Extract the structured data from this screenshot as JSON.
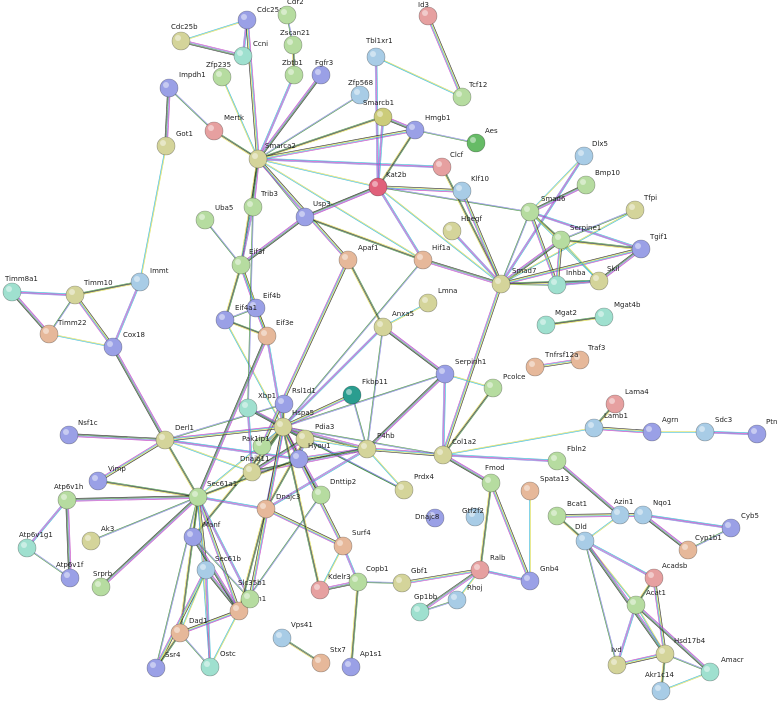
{
  "nodes": [
    {
      "id": "Cdc25a",
      "color": "#9aa0e6"
    },
    {
      "id": "Cdr2",
      "color": "#b6dca0"
    },
    {
      "id": "Cdc25b",
      "color": "#d4d49a"
    },
    {
      "id": "Zscan21",
      "color": "#b6dca0"
    },
    {
      "id": "Ccni",
      "color": "#9fe0cf"
    },
    {
      "id": "Zfp235",
      "color": "#b6dca0"
    },
    {
      "id": "Zbtb1",
      "color": "#b6dca0"
    },
    {
      "id": "Fgfr3",
      "color": "#9aa0e6"
    },
    {
      "id": "Id3",
      "color": "#e6a0a0"
    },
    {
      "id": "Tbl1xr1",
      "color": "#a8cce6"
    },
    {
      "id": "Tcf12",
      "color": "#b6dca0"
    },
    {
      "id": "Impdh1",
      "color": "#9aa0e6"
    },
    {
      "id": "Zfp568",
      "color": "#a8cce6"
    },
    {
      "id": "Smarcb1",
      "color": "#cccc7a"
    },
    {
      "id": "Mertk",
      "color": "#e6a0a0"
    },
    {
      "id": "Got1",
      "color": "#d4d49a"
    },
    {
      "id": "Hmgb1",
      "color": "#9aa0e6"
    },
    {
      "id": "Aes",
      "color": "#66bb66"
    },
    {
      "id": "Smarca2",
      "color": "#d4d49a"
    },
    {
      "id": "Clcf",
      "color": "#e6a0a0"
    },
    {
      "id": "Dlx5",
      "color": "#a8cce6"
    },
    {
      "id": "Kat2b",
      "color": "#e0607a"
    },
    {
      "id": "Klf10",
      "color": "#a8cce6"
    },
    {
      "id": "Bmp10",
      "color": "#b6dca0"
    },
    {
      "id": "Trib3",
      "color": "#b6dca0"
    },
    {
      "id": "Smad6",
      "color": "#b6dca0"
    },
    {
      "id": "Tfpi",
      "color": "#d4d49a"
    },
    {
      "id": "Uba5",
      "color": "#b6dca0"
    },
    {
      "id": "Usp3",
      "color": "#9aa0e6"
    },
    {
      "id": "Hbegf",
      "color": "#d4d49a"
    },
    {
      "id": "Serpine1",
      "color": "#b6dca0"
    },
    {
      "id": "Tgif1",
      "color": "#9aa0e6"
    },
    {
      "id": "Eif3f",
      "color": "#b6dca0"
    },
    {
      "id": "Apaf1",
      "color": "#e6b89a"
    },
    {
      "id": "Hif1a",
      "color": "#e6b89a"
    },
    {
      "id": "Smad7",
      "color": "#d4d49a"
    },
    {
      "id": "Inhba",
      "color": "#9fe0cf"
    },
    {
      "id": "Skil",
      "color": "#d4d49a"
    },
    {
      "id": "Timm8a1",
      "color": "#9fe0cf"
    },
    {
      "id": "Timm10",
      "color": "#d4d49a"
    },
    {
      "id": "Immt",
      "color": "#a8cce6"
    },
    {
      "id": "Eif4b",
      "color": "#9aa0e6"
    },
    {
      "id": "Eif4a1",
      "color": "#9aa0e6"
    },
    {
      "id": "Lmna",
      "color": "#d4d49a"
    },
    {
      "id": "Mgat4b",
      "color": "#9fe0cf"
    },
    {
      "id": "Mgat2",
      "color": "#9fe0cf"
    },
    {
      "id": "Timm22",
      "color": "#e6b89a"
    },
    {
      "id": "Anxa5",
      "color": "#d4d49a"
    },
    {
      "id": "Eif3e",
      "color": "#e6b89a"
    },
    {
      "id": "Cox18",
      "color": "#9aa0e6"
    },
    {
      "id": "Traf3",
      "color": "#e6b89a"
    },
    {
      "id": "Tnfrsf12a",
      "color": "#e6b89a"
    },
    {
      "id": "Serpinh1",
      "color": "#9aa0e6"
    },
    {
      "id": "Pcolce",
      "color": "#b6dca0"
    },
    {
      "id": "Lama4",
      "color": "#e6a0a0"
    },
    {
      "id": "Rsl1d1",
      "color": "#9aa0e6"
    },
    {
      "id": "Fkbp11",
      "color": "#2a9d8f"
    },
    {
      "id": "Xbp1",
      "color": "#9fe0cf"
    },
    {
      "id": "Lamb1",
      "color": "#a8cce6"
    },
    {
      "id": "Agrn",
      "color": "#9aa0e6"
    },
    {
      "id": "Sdc3",
      "color": "#a8cce6"
    },
    {
      "id": "Ptn",
      "color": "#9aa0e6"
    },
    {
      "id": "Nsf1c",
      "color": "#9aa0e6"
    },
    {
      "id": "Derl1",
      "color": "#d4d49a"
    },
    {
      "id": "Hspa5",
      "color": "#d4d49a"
    },
    {
      "id": "Pdia3",
      "color": "#d4d49a"
    },
    {
      "id": "Pak1ip1",
      "color": "#b6dca0"
    },
    {
      "id": "P4hb",
      "color": "#d4d49a"
    },
    {
      "id": "Col1a2",
      "color": "#d4d49a"
    },
    {
      "id": "Hyou1",
      "color": "#9aa0e6"
    },
    {
      "id": "Fbln2",
      "color": "#b6dca0"
    },
    {
      "id": "Vimp",
      "color": "#9aa0e6"
    },
    {
      "id": "Dnajb11",
      "color": "#d4d49a"
    },
    {
      "id": "Prdx4",
      "color": "#d4d49a"
    },
    {
      "id": "Fmod",
      "color": "#b6dca0"
    },
    {
      "id": "Spata13",
      "color": "#e6b89a"
    },
    {
      "id": "Sec61a1",
      "color": "#b6dca0"
    },
    {
      "id": "Dnajc3",
      "color": "#e6b89a"
    },
    {
      "id": "Dnttip2",
      "color": "#b6dca0"
    },
    {
      "id": "Atp6v1h",
      "color": "#b6dca0"
    },
    {
      "id": "Azin1",
      "color": "#a8cce6"
    },
    {
      "id": "Nqo1",
      "color": "#a8cce6"
    },
    {
      "id": "Bcat1",
      "color": "#b6dca0"
    },
    {
      "id": "Cyb5",
      "color": "#9aa0e6"
    },
    {
      "id": "Dnajc8",
      "color": "#9aa0e6"
    },
    {
      "id": "Gtf2f2",
      "color": "#a8cce6"
    },
    {
      "id": "Ak3",
      "color": "#d4d49a"
    },
    {
      "id": "Manf",
      "color": "#9aa0e6"
    },
    {
      "id": "Atp6v1g1",
      "color": "#9fe0cf"
    },
    {
      "id": "Dld",
      "color": "#a8cce6"
    },
    {
      "id": "Cyp1b1",
      "color": "#e6b89a"
    },
    {
      "id": "Atp6v1f",
      "color": "#9aa0e6"
    },
    {
      "id": "Surf4",
      "color": "#e6b89a"
    },
    {
      "id": "Sec61b",
      "color": "#a8cce6"
    },
    {
      "id": "Acadsb",
      "color": "#e6a0a0"
    },
    {
      "id": "Srprb",
      "color": "#b6dca0"
    },
    {
      "id": "Ralb",
      "color": "#e6a0a0"
    },
    {
      "id": "Gnb4",
      "color": "#9aa0e6"
    },
    {
      "id": "Copb1",
      "color": "#b6dca0"
    },
    {
      "id": "Kdelr3",
      "color": "#e6a0a0"
    },
    {
      "id": "Gbf1",
      "color": "#d4d49a"
    },
    {
      "id": "Rpn1",
      "color": "#e6b89a"
    },
    {
      "id": "Rhoj",
      "color": "#a8cce6"
    },
    {
      "id": "Acat1",
      "color": "#b6dca0"
    },
    {
      "id": "Slc35b1",
      "color": "#b6dca0"
    },
    {
      "id": "Gp1bb",
      "color": "#9fe0cf"
    },
    {
      "id": "Dad1",
      "color": "#e6b89a"
    },
    {
      "id": "Vps41",
      "color": "#a8cce6"
    },
    {
      "id": "Hsd17b4",
      "color": "#d4d49a"
    },
    {
      "id": "Ap1s1",
      "color": "#9aa0e6"
    },
    {
      "id": "Ssr4",
      "color": "#9aa0e6"
    },
    {
      "id": "Ostc",
      "color": "#9fe0cf"
    },
    {
      "id": "Stx7",
      "color": "#e6b89a"
    },
    {
      "id": "Ivd",
      "color": "#d4d49a"
    },
    {
      "id": "Amacr",
      "color": "#9fe0cf"
    },
    {
      "id": "Akr1c14",
      "color": "#a8cce6"
    }
  ],
  "edges": [
    [
      "Cdc25a",
      "Cdc25b"
    ],
    [
      "Cdc25a",
      "Ccni"
    ],
    [
      "Cdc25b",
      "Ccni"
    ],
    [
      "Cdr2",
      "Zscan21"
    ],
    [
      "Zscan21",
      "Zbtb1"
    ],
    [
      "Id3",
      "Tcf12"
    ],
    [
      "Tbl1xr1",
      "Tcf12"
    ],
    [
      "Tbl1xr1",
      "Kat2b"
    ],
    [
      "Impdh1",
      "Got1"
    ],
    [
      "Impdh1",
      "Mertk"
    ],
    [
      "Mertk",
      "Smarca2"
    ],
    [
      "Smarca2",
      "Cdc25a"
    ],
    [
      "Smarca2",
      "Zfp235"
    ],
    [
      "Smarca2",
      "Zbtb1"
    ],
    [
      "Smarca2",
      "Fgfr3"
    ],
    [
      "Smarca2",
      "Zfp568"
    ],
    [
      "Smarca2",
      "Smarcb1"
    ],
    [
      "Smarca2",
      "Hmgb1"
    ],
    [
      "Smarca2",
      "Kat2b"
    ],
    [
      "Smarca2",
      "Clcf"
    ],
    [
      "Smarca2",
      "Trib3"
    ],
    [
      "Smarca2",
      "Usp3"
    ],
    [
      "Smarca2",
      "Eif3f"
    ],
    [
      "Smarca2",
      "Apaf1"
    ],
    [
      "Smarca2",
      "Hif1a"
    ],
    [
      "Smarcb1",
      "Kat2b"
    ],
    [
      "Smarcb1",
      "Hmgb1"
    ],
    [
      "Hmgb1",
      "Aes"
    ],
    [
      "Hmgb1",
      "Kat2b"
    ],
    [
      "Kat2b",
      "Klf10"
    ],
    [
      "Kat2b",
      "Smad7"
    ],
    [
      "Kat2b",
      "Hif1a"
    ],
    [
      "Kat2b",
      "Usp3"
    ],
    [
      "Kat2b",
      "Smad6"
    ],
    [
      "Clcf",
      "Smad7"
    ],
    [
      "Klf10",
      "Smad7"
    ],
    [
      "Dlx5",
      "Smad6"
    ],
    [
      "Dlx5",
      "Smad7"
    ],
    [
      "Bmp10",
      "Smad6"
    ],
    [
      "Smad6",
      "Smad7"
    ],
    [
      "Smad6",
      "Serpine1"
    ],
    [
      "Smad6",
      "Inhba"
    ],
    [
      "Smad6",
      "Skil"
    ],
    [
      "Smad6",
      "Tgif1"
    ],
    [
      "Smad7",
      "Serpine1"
    ],
    [
      "Smad7",
      "Inhba"
    ],
    [
      "Smad7",
      "Skil"
    ],
    [
      "Smad7",
      "Tgif1"
    ],
    [
      "Smad7",
      "Tfpi"
    ],
    [
      "Smad7",
      "Hbegf"
    ],
    [
      "Smad7",
      "Hif1a"
    ],
    [
      "Serpine1",
      "Tfpi"
    ],
    [
      "Serpine1",
      "Tgif1"
    ],
    [
      "Serpine1",
      "Inhba"
    ],
    [
      "Serpine1",
      "Skil"
    ],
    [
      "Inhba",
      "Skil"
    ],
    [
      "Tgif1",
      "Skil"
    ],
    [
      "Hif1a",
      "Hspa5"
    ],
    [
      "Hif1a",
      "Usp3"
    ],
    [
      "Smad7",
      "Col1a2"
    ],
    [
      "Got1",
      "Immt"
    ],
    [
      "Timm8a1",
      "Timm10"
    ],
    [
      "Timm8a1",
      "Timm22"
    ],
    [
      "Timm10",
      "Timm22"
    ],
    [
      "Timm10",
      "Immt"
    ],
    [
      "Timm10",
      "Cox18"
    ],
    [
      "Timm22",
      "Cox18"
    ],
    [
      "Immt",
      "Cox18"
    ],
    [
      "Cox18",
      "Derl1"
    ],
    [
      "Uba5",
      "Eif3f"
    ],
    [
      "Eif3f",
      "Eif4a1"
    ],
    [
      "Eif3f",
      "Eif4b"
    ],
    [
      "Eif3f",
      "Eif3e"
    ],
    [
      "Eif3f",
      "Trib3"
    ],
    [
      "Eif3f",
      "Usp3"
    ],
    [
      "Eif4a1",
      "Eif4b"
    ],
    [
      "Eif4a1",
      "Eif3e"
    ],
    [
      "Eif4b",
      "Eif3e"
    ],
    [
      "Eif4a1",
      "Hspa5"
    ],
    [
      "Eif3e",
      "Hspa5"
    ],
    [
      "Eif3e",
      "Sec61a1"
    ],
    [
      "Trib3",
      "Xbp1"
    ],
    [
      "Apaf1",
      "Anxa5"
    ],
    [
      "Apaf1",
      "Pak1ip1"
    ],
    [
      "Lmna",
      "Anxa5"
    ],
    [
      "Anxa5",
      "Hspa5"
    ],
    [
      "Anxa5",
      "Serpinh1"
    ],
    [
      "Anxa5",
      "P4hb"
    ],
    [
      "Mgat2",
      "Mgat4b"
    ],
    [
      "Traf3",
      "Tnfrsf12a"
    ],
    [
      "Serpinh1",
      "Pcolce"
    ],
    [
      "Serpinh1",
      "Col1a2"
    ],
    [
      "Serpinh1",
      "P4hb"
    ],
    [
      "Serpinh1",
      "Hspa5"
    ],
    [
      "Pcolce",
      "Col1a2"
    ],
    [
      "Col1a2",
      "P4hb"
    ],
    [
      "Col1a2",
      "Lamb1"
    ],
    [
      "Col1a2",
      "Fbln2"
    ],
    [
      "Col1a2",
      "Fmod"
    ],
    [
      "Col1a2",
      "Hspa5"
    ],
    [
      "Lamb1",
      "Lama4"
    ],
    [
      "Lamb1",
      "Agrn"
    ],
    [
      "Agrn",
      "Sdc3"
    ],
    [
      "Sdc3",
      "Ptn"
    ],
    [
      "Fbln2",
      "Azin1"
    ],
    [
      "Hspa5",
      "Xbp1"
    ],
    [
      "Hspa5",
      "Rsl1d1"
    ],
    [
      "Hspa5",
      "Fkbp11"
    ],
    [
      "Hspa5",
      "Pdia3"
    ],
    [
      "Hspa5",
      "Pak1ip1"
    ],
    [
      "Hspa5",
      "P4hb"
    ],
    [
      "Hspa5",
      "Hyou1"
    ],
    [
      "Hspa5",
      "Dnajb11"
    ],
    [
      "Hspa5",
      "Derl1"
    ],
    [
      "Hspa5",
      "Sec61a1"
    ],
    [
      "Hspa5",
      "Dnajc3"
    ],
    [
      "Hspa5",
      "Dnttip2"
    ],
    [
      "Hspa5",
      "Prdx4"
    ],
    [
      "Hspa5",
      "Manf"
    ],
    [
      "Hspa5",
      "Surf4"
    ],
    [
      "Pdia3",
      "P4hb"
    ],
    [
      "Pdia3",
      "Hyou1"
    ],
    [
      "Pdia3",
      "Dnajb11"
    ],
    [
      "Pdia3",
      "Prdx4"
    ],
    [
      "Pdia3",
      "Dnajc3"
    ],
    [
      "P4hb",
      "Hyou1"
    ],
    [
      "P4hb",
      "Prdx4"
    ],
    [
      "P4hb",
      "Dnajc3"
    ],
    [
      "P4hb",
      "Dnajb11"
    ],
    [
      "P4hb",
      "Fkbp11"
    ],
    [
      "Derl1",
      "Sec61a1"
    ],
    [
      "Derl1",
      "Vimp"
    ],
    [
      "Derl1",
      "Dnajb11"
    ],
    [
      "Derl1",
      "Hyou1"
    ],
    [
      "Derl1",
      "Nsf1c"
    ],
    [
      "Derl1",
      "Rsl1d1"
    ],
    [
      "Vimp",
      "Sec61a1"
    ],
    [
      "Sec61a1",
      "Sec61b"
    ],
    [
      "Sec61a1",
      "Manf"
    ],
    [
      "Sec61a1",
      "Dnajc3"
    ],
    [
      "Sec61a1",
      "Atp6v1h"
    ],
    [
      "Sec61a1",
      "Ssr4"
    ],
    [
      "Sec61a1",
      "Dad1"
    ],
    [
      "Sec61a1",
      "Rpn1"
    ],
    [
      "Sec61a1",
      "Ostc"
    ],
    [
      "Sec61a1",
      "Slc35b1"
    ],
    [
      "Sec61a1",
      "Srprb"
    ],
    [
      "Sec61a1",
      "Ak3"
    ],
    [
      "Sec61a1",
      "Hyou1"
    ],
    [
      "Sec61b",
      "Ssr4"
    ],
    [
      "Sec61b",
      "Dad1"
    ],
    [
      "Sec61b",
      "Ostc"
    ],
    [
      "Sec61b",
      "Rpn1"
    ],
    [
      "Dad1",
      "Ostc"
    ],
    [
      "Dad1",
      "Ssr4"
    ],
    [
      "Dad1",
      "Rpn1"
    ],
    [
      "Rpn1",
      "Ostc"
    ],
    [
      "Rpn1",
      "Slc35b1"
    ],
    [
      "Manf",
      "Rpn1"
    ],
    [
      "Manf",
      "Slc35b1"
    ],
    [
      "Dnajc3",
      "Rpn1"
    ],
    [
      "Dnajc3",
      "Surf4"
    ],
    [
      "Surf4",
      "Kdelr3"
    ],
    [
      "Surf4",
      "Copb1"
    ],
    [
      "Kdelr3",
      "Copb1"
    ],
    [
      "Copb1",
      "Gbf1"
    ],
    [
      "Copb1",
      "Ap1s1"
    ],
    [
      "Gbf1",
      "Ralb"
    ],
    [
      "Ralb",
      "Rhoj"
    ],
    [
      "Ralb",
      "Gnb4"
    ],
    [
      "Ralb",
      "Gp1bb"
    ],
    [
      "Rhoj",
      "Gp1bb"
    ],
    [
      "Fmod",
      "Ralb"
    ],
    [
      "Fmod",
      "Gnb4"
    ],
    [
      "Spata13",
      "Gnb4"
    ],
    [
      "Atp6v1h",
      "Atp6v1g1"
    ],
    [
      "Atp6v1h",
      "Atp6v1f"
    ],
    [
      "Atp6v1g1",
      "Atp6v1f"
    ],
    [
      "Vps41",
      "Stx7"
    ],
    [
      "Azin1",
      "Nqo1"
    ],
    [
      "Azin1",
      "Dld"
    ],
    [
      "Nqo1",
      "Cyb5"
    ],
    [
      "Nqo1",
      "Cyp1b1"
    ],
    [
      "Cyb5",
      "Cyp1b1"
    ],
    [
      "Bcat1",
      "Dld"
    ],
    [
      "Bcat1",
      "Azin1"
    ],
    [
      "Dld",
      "Acat1"
    ],
    [
      "Dld",
      "Acadsb"
    ],
    [
      "Dld",
      "Hsd17b4"
    ],
    [
      "Dld",
      "Ivd"
    ],
    [
      "Acadsb",
      "Acat1"
    ],
    [
      "Acadsb",
      "Hsd17b4"
    ],
    [
      "Acat1",
      "Hsd17b4"
    ],
    [
      "Acat1",
      "Ivd"
    ],
    [
      "Acat1",
      "Amacr"
    ],
    [
      "Hsd17b4",
      "Amacr"
    ],
    [
      "Hsd17b4",
      "Akr1c14"
    ],
    [
      "Hsd17b4",
      "Ivd"
    ],
    [
      "Amacr",
      "Akr1c14"
    ],
    [
      "Xbp1",
      "Dnajb11"
    ],
    [
      "Xbp1",
      "Pdia3"
    ],
    [
      "Dnttip2",
      "Rpn1"
    ],
    [
      "Kdelr3",
      "Hspa5"
    ],
    [
      "Slc35b1",
      "Hspa5"
    ]
  ],
  "edge_colors": [
    "#d9d945",
    "#2fb5d4",
    "#c03ac0",
    "#7b7bd9",
    "#3a8a3a",
    "#222222"
  ]
}
